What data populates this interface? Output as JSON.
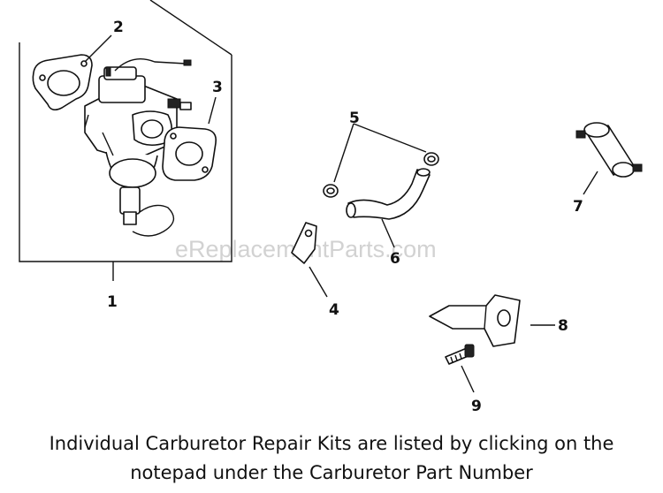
{
  "watermark": "eReplacementParts.com",
  "callouts": {
    "c1": "1",
    "c2": "2",
    "c3": "3",
    "c4": "4",
    "c5": "5",
    "c6": "6",
    "c7": "7",
    "c8": "8",
    "c9": "9"
  },
  "caption": {
    "line1": "Individual Carburetor Repair Kits are listed by clicking on the",
    "line2": "notepad under the Carburetor Part Number"
  }
}
